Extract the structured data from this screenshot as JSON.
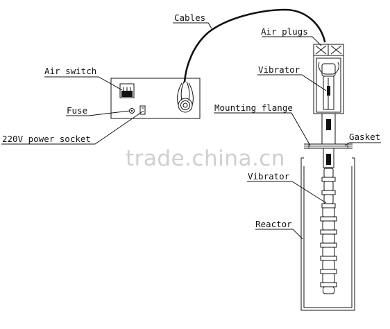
{
  "labels": {
    "cables": "Cables",
    "air_plugs": "Air plugs",
    "vibrator_top": "Vibrator",
    "air_switch": "Air switch",
    "fuse": "Fuse",
    "power_socket": "220V power socket",
    "mounting_flange": "Mounting flange",
    "gasket": "Gasket",
    "vibrator_bottom": "Vibrator",
    "reactor": "Reactor"
  },
  "watermark": "trade.china.cn"
}
